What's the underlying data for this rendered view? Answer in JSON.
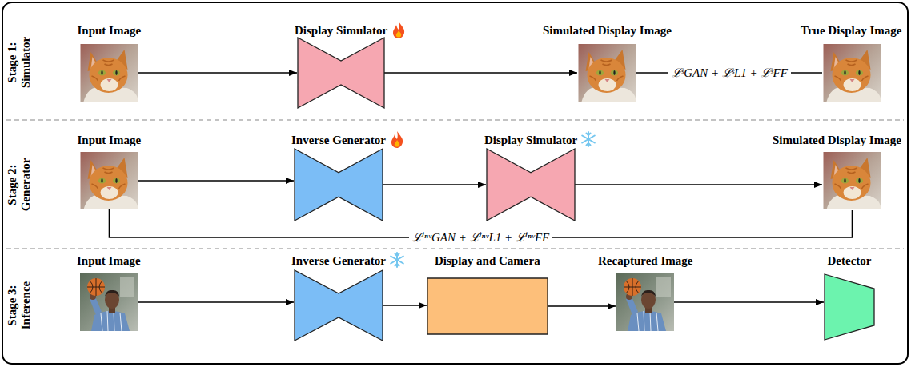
{
  "diagram": {
    "nodes": [
      {
        "text": [
          "Stage 1: Simulator"
        ]
      },
      {
        "text": [
          "Input Image"
        ],
        "in": 0
      },
      {
        "text": [
          "Display Simulator"
        ],
        "in": 0
      },
      {
        "text": [
          "Simulated Display Image"
        ],
        "in": 0
      },
      {
        "text": [
          "True Display Image"
        ],
        "in": 0
      },
      {
        "text": [
          "Stage 2: Generator"
        ]
      },
      {
        "text": [
          "Input Image"
        ],
        "in": 5
      },
      {
        "text": [
          "Inverse Generator"
        ],
        "in": 5
      },
      {
        "text": [
          "Display Simulator"
        ],
        "in": 5
      },
      {
        "text": [
          "Simulated Display Image"
        ],
        "in": 5
      },
      {
        "text": [
          "Stage 3: Inference"
        ]
      },
      {
        "text": [
          "Input Image"
        ],
        "in": 10
      },
      {
        "text": [
          "Inverse Generator"
        ],
        "in": 10
      },
      {
        "text": [
          "Display and Camera"
        ],
        "in": 10
      },
      {
        "text": [
          "Recaptured Image"
        ],
        "in": 10
      },
      {
        "text": [
          "Detector"
        ],
        "in": 10
      }
    ],
    "edges": [
      {
        "from": 1,
        "to": 2,
        "arrow": "to"
      },
      {
        "from": 2,
        "to": 3,
        "arrow": "to"
      },
      {
        "from": 3,
        "to": 4,
        "label": "ℒˢGAN + ℒˢL1 + ℒˢFF",
        "arrow": "none"
      },
      {
        "from": 6,
        "to": 7,
        "arrow": "to"
      },
      {
        "from": 7,
        "to": 8,
        "arrow": "to"
      },
      {
        "from": 8,
        "to": 9,
        "arrow": "to"
      },
      {
        "from": 6,
        "to": 9,
        "label": "ℒⁱⁿᵛGAN + ℒⁱⁿᵛL1 + ℒⁱⁿᵛFF",
        "arrow": "none"
      },
      {
        "from": 11,
        "to": 12,
        "arrow": "to"
      },
      {
        "from": 12,
        "to": 13,
        "arrow": "to"
      },
      {
        "from": 13,
        "to": 14,
        "arrow": "to"
      },
      {
        "from": 14,
        "to": 15,
        "arrow": "to"
      }
    ]
  }
}
